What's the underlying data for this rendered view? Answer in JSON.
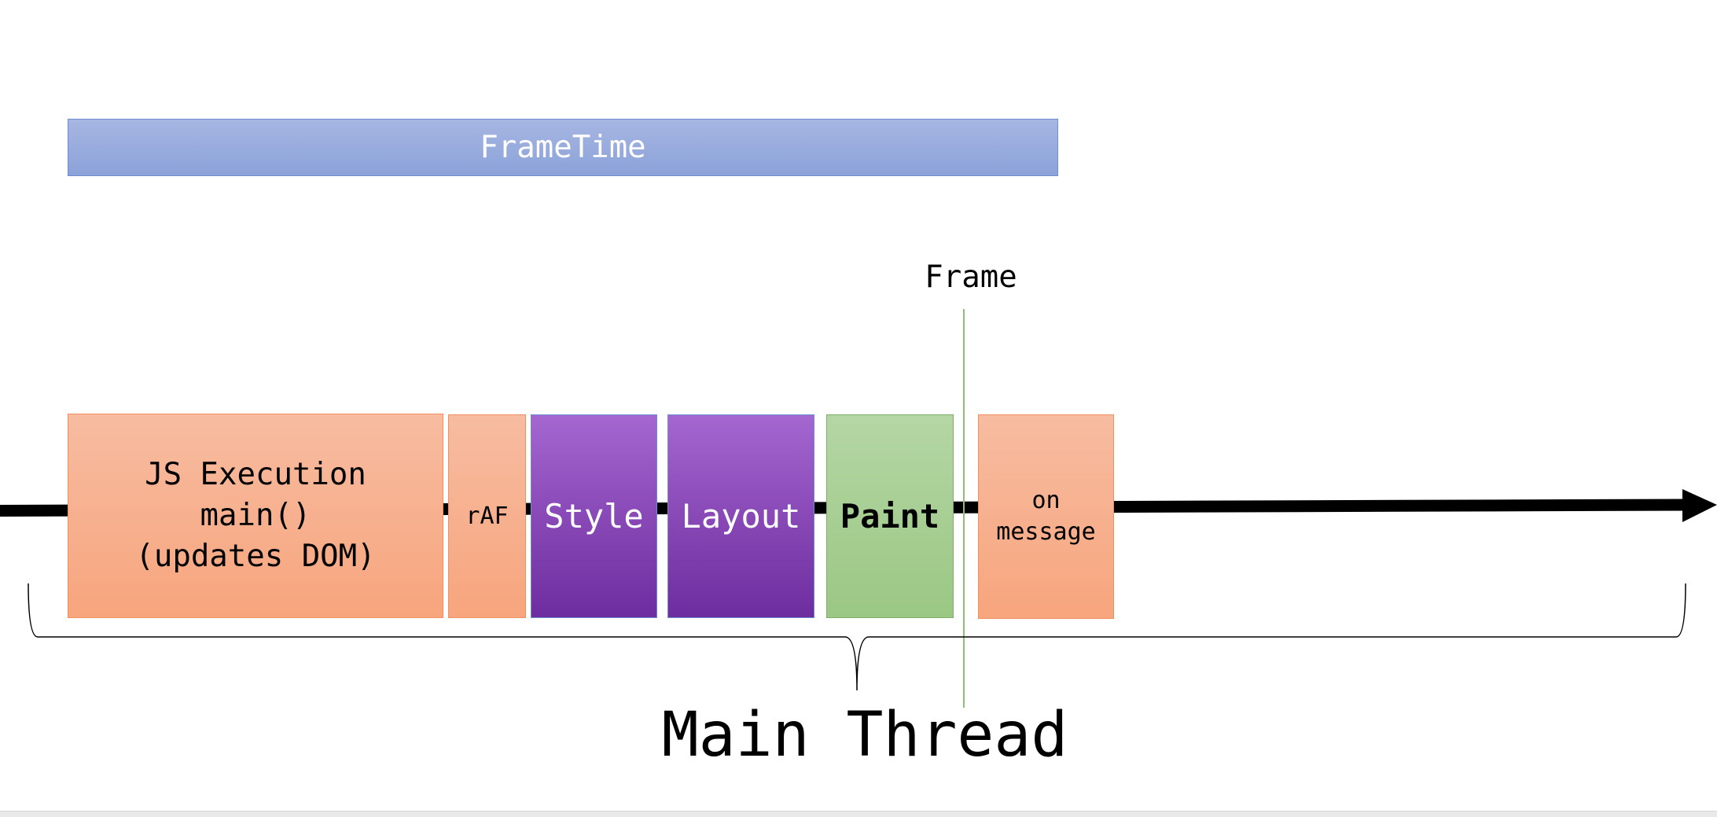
{
  "frame_time": {
    "label": "FrameTime"
  },
  "frame": {
    "label": "Frame"
  },
  "blocks": {
    "js": {
      "label": "JS Execution\nmain()\n(updates DOM)"
    },
    "raf": {
      "label": "rAF"
    },
    "style": {
      "label": "Style"
    },
    "layout": {
      "label": "Layout"
    },
    "paint": {
      "label": "Paint"
    },
    "message": {
      "label": "on\nmessage"
    }
  },
  "main_thread": {
    "label": "Main Thread"
  },
  "colors": {
    "frametime": "#8ba2d9",
    "task_orange": "#f7a57d",
    "render_purple": "#6d2d9f",
    "paint_green": "#9bc784",
    "frame_line": "#8fbf76"
  }
}
